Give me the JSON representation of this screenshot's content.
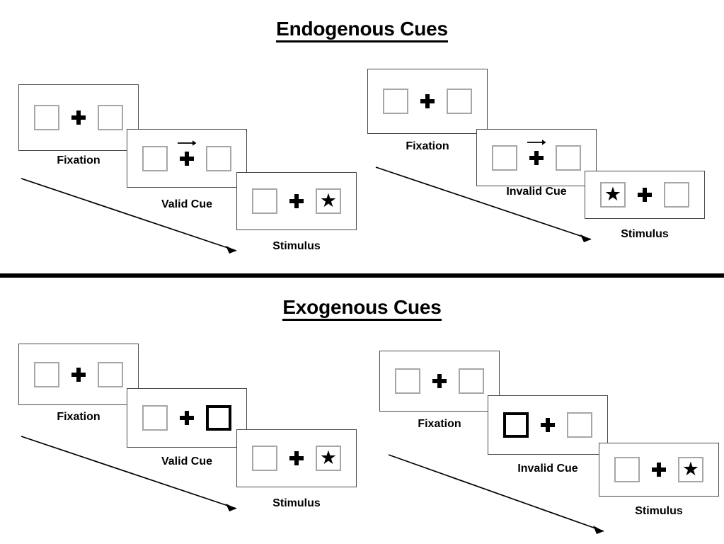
{
  "sections": [
    {
      "id": "endogenous",
      "title": "Endogenous Cues",
      "sequences": [
        {
          "id": "endogenous-valid",
          "frames": [
            {
              "label": "Fixation",
              "cue": "none",
              "arrow": "none",
              "target": "none"
            },
            {
              "label": "Valid Cue",
              "cue": "none",
              "arrow": "right",
              "target": "none"
            },
            {
              "label": "Stimulus",
              "cue": "none",
              "arrow": "none",
              "target": "right"
            }
          ]
        },
        {
          "id": "endogenous-invalid",
          "frames": [
            {
              "label": "Fixation",
              "cue": "none",
              "arrow": "none",
              "target": "none"
            },
            {
              "label": "Invalid Cue",
              "cue": "none",
              "arrow": "right",
              "target": "none"
            },
            {
              "label": "Stimulus",
              "cue": "none",
              "arrow": "none",
              "target": "left"
            }
          ]
        }
      ]
    },
    {
      "id": "exogenous",
      "title": "Exogenous Cues",
      "sequences": [
        {
          "id": "exogenous-valid",
          "frames": [
            {
              "label": "Fixation",
              "cue": "none",
              "arrow": "none",
              "target": "none"
            },
            {
              "label": "Valid Cue",
              "cue": "right",
              "arrow": "none",
              "target": "none"
            },
            {
              "label": "Stimulus",
              "cue": "none",
              "arrow": "none",
              "target": "right"
            }
          ]
        },
        {
          "id": "exogenous-invalid",
          "frames": [
            {
              "label": "Fixation",
              "cue": "none",
              "arrow": "none",
              "target": "none"
            },
            {
              "label": "Invalid Cue",
              "cue": "left",
              "arrow": "none",
              "target": "none"
            },
            {
              "label": "Stimulus",
              "cue": "none",
              "arrow": "none",
              "target": "right"
            }
          ]
        }
      ]
    }
  ],
  "glyphs": {
    "star": "★",
    "fixation_cross": "plus-sign",
    "cue_arrow": "right-arrow-icon",
    "timeline_arrow": "diagonal-arrow-icon"
  },
  "colors": {
    "ink": "#000000",
    "panel_border": "#4a4a4a",
    "box_border": "#a6a6a6",
    "cued_box_border": "#000000",
    "background": "#ffffff"
  },
  "labels": {
    "fixation": "Fixation",
    "valid_cue": "Valid Cue",
    "invalid_cue": "Invalid Cue",
    "stimulus": "Stimulus"
  }
}
